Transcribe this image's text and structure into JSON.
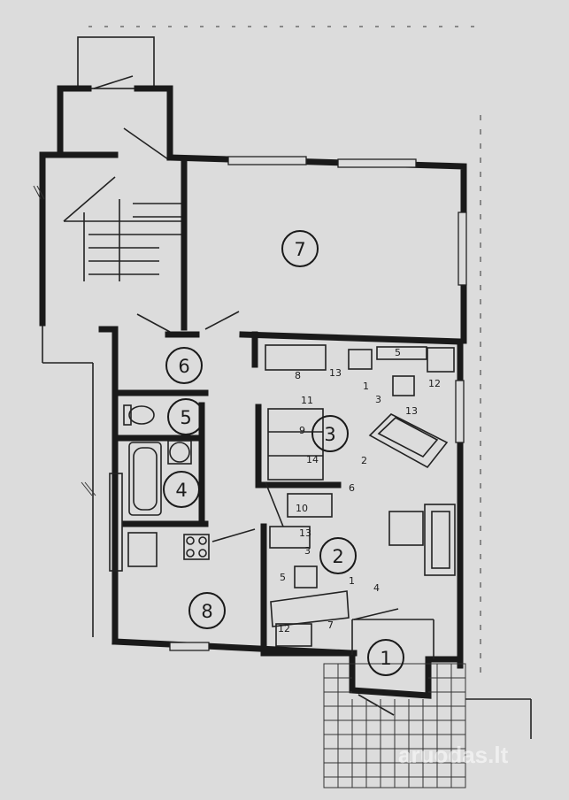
{
  "rooms": [
    {
      "id": "room-1",
      "label": "1"
    },
    {
      "id": "room-2",
      "label": "2"
    },
    {
      "id": "room-3",
      "label": "3"
    },
    {
      "id": "room-4",
      "label": "4"
    },
    {
      "id": "room-5",
      "label": "5"
    },
    {
      "id": "room-6",
      "label": "6"
    },
    {
      "id": "room-7",
      "label": "7"
    },
    {
      "id": "room-8",
      "label": "8"
    }
  ],
  "furniture_marks": [
    "8",
    "13",
    "5",
    "1",
    "3",
    "12",
    "13",
    "11",
    "9",
    "14",
    "2",
    "6",
    "10",
    "13",
    "3",
    "5",
    "1",
    "4",
    "12",
    "7"
  ],
  "watermark": "aruodas.lt"
}
